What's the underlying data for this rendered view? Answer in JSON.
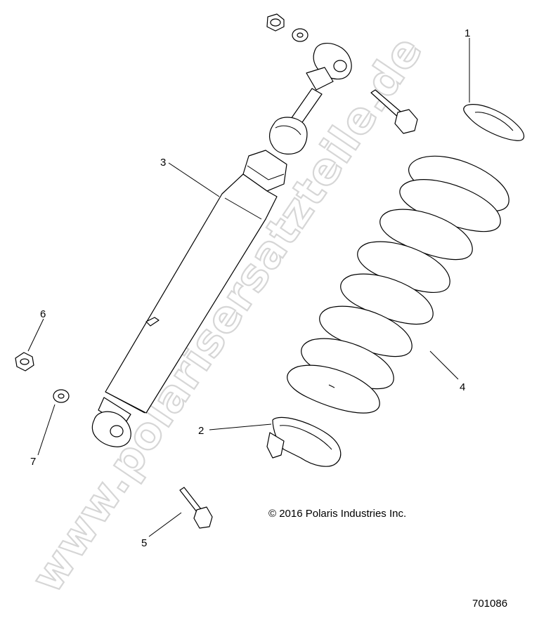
{
  "callouts": {
    "c1": "1",
    "c2": "2",
    "c3": "3",
    "c4": "4",
    "c5": "5",
    "c6": "6",
    "c7": "7"
  },
  "copyright": "© 2016 Polaris Industries Inc.",
  "diagram_number": "701086",
  "watermark": "www.polarisersatzteile.de",
  "colors": {
    "line": "#000000",
    "background": "#ffffff",
    "watermark_outline": "#d6d6d6"
  }
}
